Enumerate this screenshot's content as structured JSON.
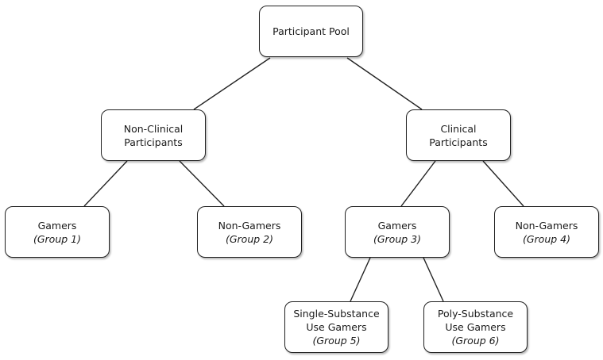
{
  "nodes": {
    "pool": {
      "title": "Participant Pool"
    },
    "non_clinical": {
      "title_line1": "Non-Clinical",
      "title_line2": "Participants"
    },
    "clinical": {
      "title_line1": "Clinical",
      "title_line2": "Participants"
    },
    "group1": {
      "title": "Gamers",
      "group": "(Group 1)"
    },
    "group2": {
      "title": "Non-Gamers",
      "group": "(Group 2)"
    },
    "group3": {
      "title": "Gamers",
      "group": "(Group 3)"
    },
    "group4": {
      "title": "Non-Gamers",
      "group": "(Group 4)"
    },
    "group5": {
      "title_line1": "Single-Substance",
      "title_line2": "Use Gamers",
      "group": "(Group 5)"
    },
    "group6": {
      "title_line1": "Poly-Substance",
      "title_line2": "Use Gamers",
      "group": "(Group 6)"
    }
  },
  "edges": [
    [
      "pool",
      "non_clinical"
    ],
    [
      "pool",
      "clinical"
    ],
    [
      "non_clinical",
      "group1"
    ],
    [
      "non_clinical",
      "group2"
    ],
    [
      "clinical",
      "group3"
    ],
    [
      "clinical",
      "group4"
    ],
    [
      "group3",
      "group5"
    ],
    [
      "group3",
      "group6"
    ]
  ]
}
